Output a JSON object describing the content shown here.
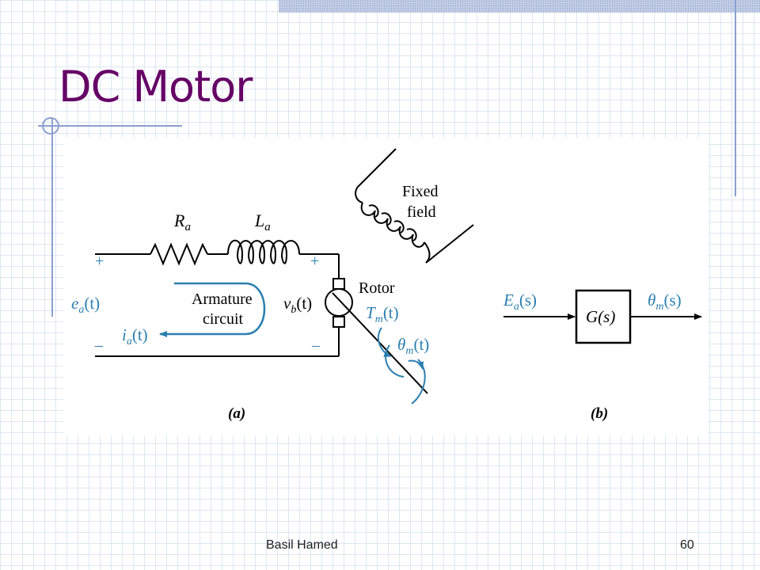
{
  "slide": {
    "title": "DC Motor",
    "footer_author": "Basil Hamed",
    "page_number": "60"
  },
  "diagram": {
    "resistor_label": "R",
    "resistor_sub": "a",
    "inductor_label": "L",
    "inductor_sub": "a",
    "fixed_field_line1": "Fixed",
    "fixed_field_line2": "field",
    "rotor_label": "Rotor",
    "armature_line1": "Armature",
    "armature_line2": "circuit",
    "plus_sign": "+",
    "minus_sign": "–",
    "ea": {
      "base": "e",
      "sub": "a",
      "arg": "(t)"
    },
    "ia": {
      "base": "i",
      "sub": "a",
      "arg": "(t)"
    },
    "vb": {
      "base": "v",
      "sub": "b",
      "arg": "(t)"
    },
    "Tm": {
      "base": "T",
      "sub": "m",
      "arg": "(t)"
    },
    "theta_m": {
      "base": "θ",
      "sub": "m",
      "arg": "(t)"
    },
    "caption_a": "(a)",
    "block_input": {
      "base": "E",
      "sub": "a",
      "arg": "(s)"
    },
    "block_label": "G(s)",
    "block_output": {
      "base": "θ",
      "sub": "m",
      "arg": "(s)"
    },
    "caption_b": "(b)"
  },
  "colors": {
    "title": "#660066",
    "annotation_blue": "#2a7fb0",
    "grid_rule": "#8c9fcf"
  }
}
